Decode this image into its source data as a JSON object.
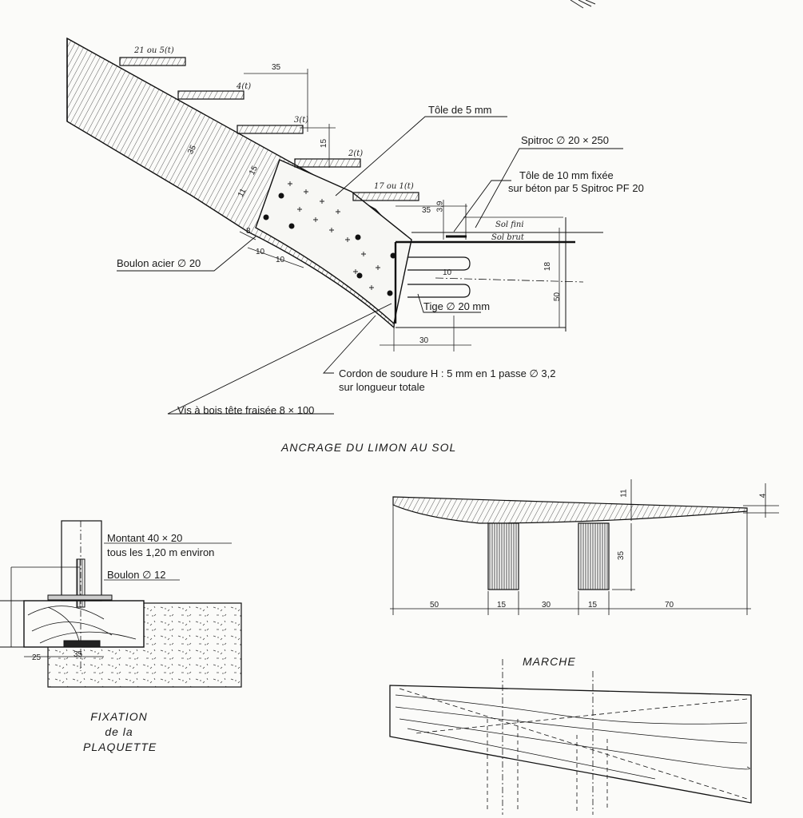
{
  "labels": {
    "tole5": "Tôle de 5 mm",
    "spitroc": "Spitroc ∅ 20 × 250",
    "tole10_a": "Tôle de 10 mm fixée",
    "tole10_b": "sur béton par 5 Spitroc PF 20",
    "boulon20": "Boulon acier ∅ 20",
    "tige": "Tige ∅ 20 mm",
    "cordon_a": "Cordon de soudure H : 5 mm en 1 passe ∅ 3,2",
    "cordon_b": "sur longueur totale",
    "vis": "Vis à bois tête fraisée 8 × 100",
    "sol_fini": "Sol fini",
    "sol_brut": "Sol brut",
    "montant_a": "Montant 40 × 20",
    "montant_b": "tous les 1,20 m environ",
    "boulon12": "Boulon ∅ 12"
  },
  "captions": {
    "ancrage": "ANCRAGE DU LIMON AU SOL",
    "marche": "MARCHE",
    "fixation_1": "FIXATION",
    "fixation_2": "de la",
    "fixation_3": "PLAQUETTE"
  },
  "steps": {
    "s5": "21 ou 5(t)",
    "s4": "4(t)",
    "s3": "3(t)",
    "s2": "2(t)",
    "s1": "17 ou 1(t)"
  },
  "dims": {
    "d35_top": "35",
    "d35_stringer": "35",
    "d15": "15",
    "d11": "11",
    "d15_stringer": "15",
    "d8": "8",
    "d10a": "10",
    "d10b": "10",
    "d35_b": "35",
    "d39": "3,9",
    "d18": "18",
    "d10_tige": "10",
    "d50": "50",
    "d30": "30",
    "m50": "50",
    "m15a": "15",
    "m30": "30",
    "m15b": "15",
    "m70": "70",
    "m35": "35",
    "m11": "11",
    "m4": "4",
    "p25": "25",
    "p35": "35"
  }
}
